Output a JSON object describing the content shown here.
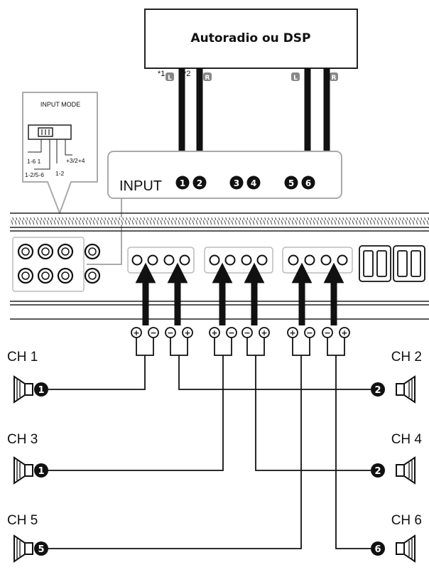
{
  "source": {
    "label": "Autoradio ou DSP",
    "footnote_1": "*1",
    "footnote_2": "*2"
  },
  "rca_labels": {
    "left": "L",
    "right": "R"
  },
  "input_mode": {
    "title": "INPUT MODE",
    "opt_a": "1-6 1",
    "opt_b": "1-2/5-6",
    "opt_c": "1-2",
    "opt_d": "+3/2+4"
  },
  "input": {
    "label": "INPUT",
    "n1": "1",
    "n2": "2",
    "n3": "3",
    "n4": "4",
    "n5": "5",
    "n6": "6"
  },
  "terminals": {
    "plus": "+",
    "minus": "−"
  },
  "speakers": {
    "ch1": {
      "label": "CH 1",
      "badge": "1"
    },
    "ch2": {
      "label": "CH 2",
      "badge": "2"
    },
    "ch3": {
      "label": "CH 3",
      "badge": "1"
    },
    "ch4": {
      "label": "CH 4",
      "badge": "2"
    },
    "ch5": {
      "label": "CH 5",
      "badge": "5"
    },
    "ch6": {
      "label": "CH 6",
      "badge": "6"
    }
  }
}
